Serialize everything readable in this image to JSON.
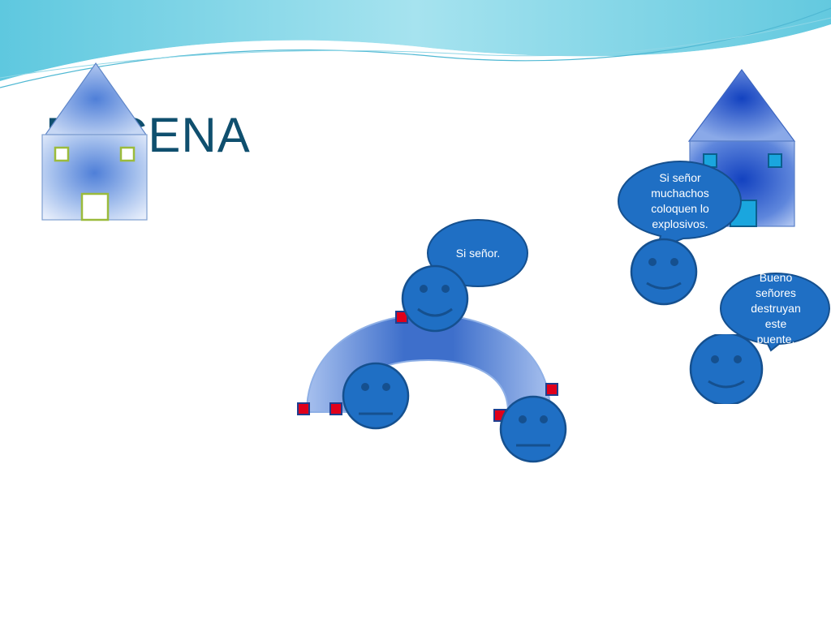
{
  "slide": {
    "title": "ESCENA"
  },
  "speech_bubbles": [
    {
      "id": "bubble-si-senor",
      "text": "Si señor."
    },
    {
      "id": "bubble-muchachos",
      "text": "Si señor muchachos coloquen lo explosivos."
    },
    {
      "id": "bubble-bueno",
      "text": "Bueno señores destruyan este puente."
    }
  ],
  "colors": {
    "smiley_fill": "#1f6fc4",
    "smiley_stroke": "#15508f",
    "bubble_fill": "#1f6fc4",
    "bubble_stroke": "#15508f",
    "explosive_fill": "#e0001b",
    "bridge_fill": "#4a7fd0",
    "title": "#0f4f6e",
    "wave": "#7fd3e8"
  },
  "objects": {
    "houses": 2,
    "bridge": 1,
    "smileys": 5,
    "explosives": 5
  }
}
